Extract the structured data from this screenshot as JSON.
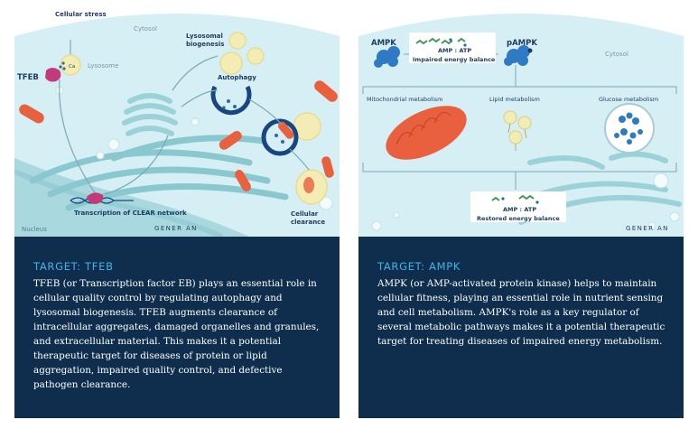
{
  "left_card": {
    "diagram": {
      "cellular_stress": "Cellular stress",
      "cytosol": "Cytosol",
      "ca_label": "Ca",
      "lysosome": "Lysosome",
      "tfeb": "TFEB",
      "lysosomal_biogenesis_line1": "Lysosomal",
      "lysosomal_biogenesis_line2": "biogenesis",
      "autophagy": "Autophagy",
      "cellular_clearance_line1": "Cellular",
      "cellular_clearance_line2": "clearance",
      "transcription": "Transcription of CLEAR network",
      "nucleus": "Nucleus",
      "brand": "GENER AN"
    },
    "title": "TARGET: TFEB",
    "body": "TFEB (or Transcription factor EB) plays an essential role in cellular quality control by regulating autophagy and lysosomal biogenesis. TFEB augments clearance of intracellular aggregates, damaged organelles and granules, and extracellular material. This makes it a potential therapeutic target for diseases of protein or lipid aggregation, impaired quality control, and defective pathogen clearance."
  },
  "right_card": {
    "diagram": {
      "ampk": "AMPK",
      "pampk": "pAMPK",
      "amp_atp_top": "AMP : ATP",
      "impaired_energy_balance": "Impaired energy balance",
      "cytosol": "Cytosol",
      "mitochondrial_metabolism": "Mitochondrial metabolism",
      "lipid_metabolism": "Lipid metabolism",
      "glucose_metabolism": "Glucose metabolism",
      "amp_atp_bottom": "AMP : ATP",
      "restored_energy_balance": "Restored energy balance",
      "brand": "GENER AN"
    },
    "title": "TARGET: AMPK",
    "body": "AMPK (or AMP-activated protein kinase) helps to maintain cellular fitness, playing an essential role in nutrient sensing and cell metabolism. AMPK's role as a key regulator of several metabolic pathways makes it a potential therapeutic target for treating diseases of impaired energy metabolism."
  },
  "colors": {
    "panel_bg": "#0f2e4d",
    "title_accent": "#41b3e6",
    "cytosol_bg": "#d6eff4",
    "mitochondria": "#e8603e",
    "vesicle": "#f3edb5"
  }
}
